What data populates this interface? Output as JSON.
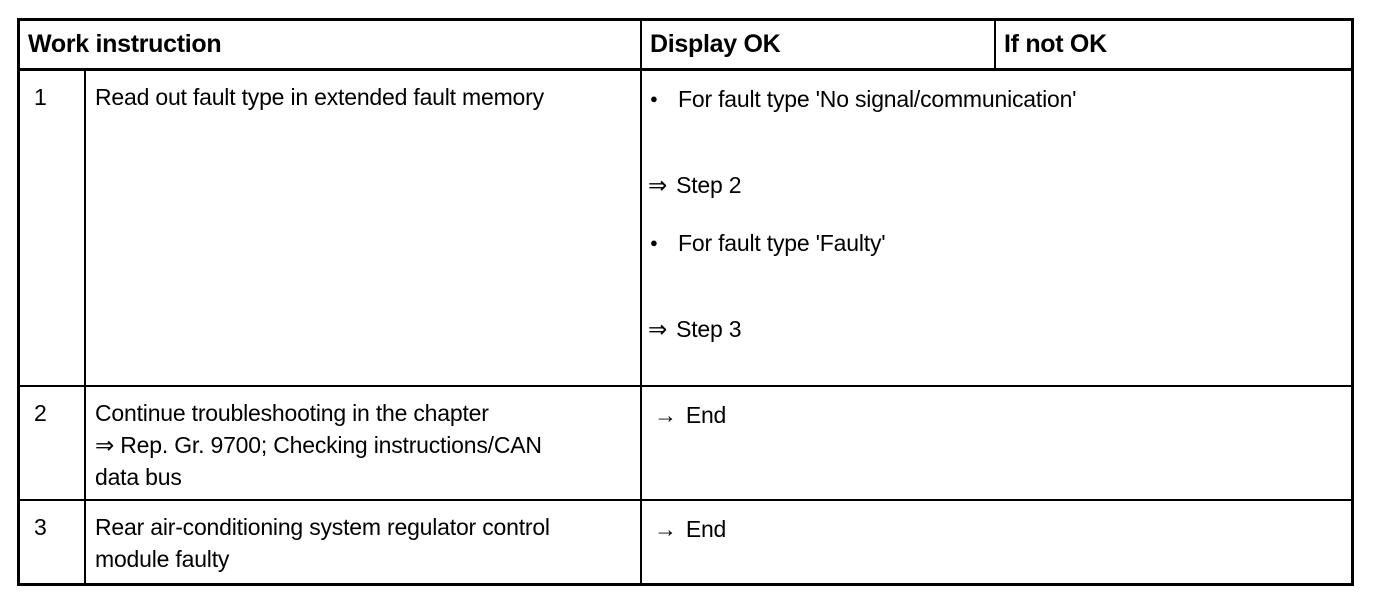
{
  "page": {
    "background_color": "#ffffff",
    "text_color": "#000000",
    "border_color": "#000000"
  },
  "table": {
    "headers": {
      "work_instruction": "Work instruction",
      "display_ok": "Display OK",
      "if_not_ok": "If not OK"
    },
    "glyphs": {
      "bullet": "●",
      "double_arrow": "⇒",
      "single_arrow": "→"
    },
    "rows": [
      {
        "step": "1",
        "instruction_lines": [
          "Read out fault type in extended fault memory"
        ],
        "result_blocks": [
          {
            "type": "bullet",
            "text": "For fault type 'No signal/communication'"
          },
          {
            "type": "step_arrow",
            "text": "Step 2"
          },
          {
            "type": "bullet",
            "text": "For fault type 'Faulty'"
          },
          {
            "type": "step_arrow",
            "text": "Step 3"
          }
        ]
      },
      {
        "step": "2",
        "instruction_lines": [
          "Continue troubleshooting in the chapter",
          "⇒ Rep. Gr. 9700; Checking instructions/CAN",
          "data bus"
        ],
        "result_blocks": [
          {
            "type": "end_arrow",
            "text": "End"
          }
        ]
      },
      {
        "step": "3",
        "instruction_lines": [
          "Rear air-conditioning system regulator control",
          "module faulty"
        ],
        "result_blocks": [
          {
            "type": "end_arrow",
            "text": "End"
          }
        ]
      }
    ]
  }
}
